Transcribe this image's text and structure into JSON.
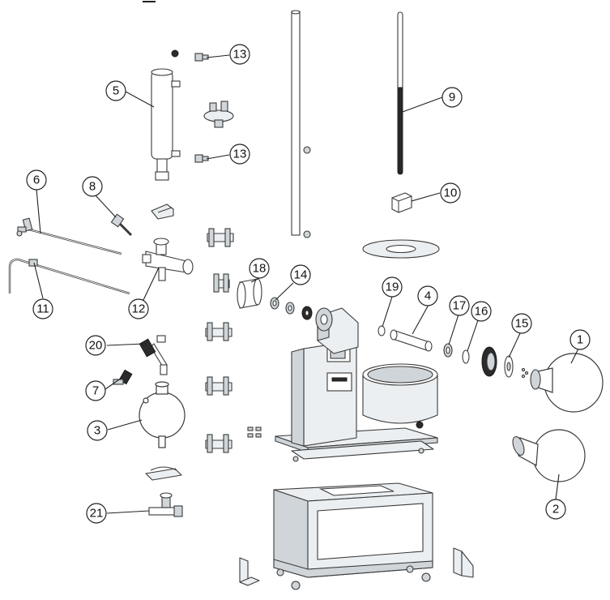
{
  "callouts": [
    {
      "id": "1",
      "label": "1"
    },
    {
      "id": "2",
      "label": "2"
    },
    {
      "id": "3",
      "label": "3"
    },
    {
      "id": "4",
      "label": "4"
    },
    {
      "id": "5",
      "label": "5"
    },
    {
      "id": "6",
      "label": "6"
    },
    {
      "id": "7",
      "label": "7"
    },
    {
      "id": "8",
      "label": "8"
    },
    {
      "id": "9",
      "label": "9"
    },
    {
      "id": "10",
      "label": "10"
    },
    {
      "id": "11",
      "label": "11"
    },
    {
      "id": "12",
      "label": "12"
    },
    {
      "id": "13a",
      "label": "13"
    },
    {
      "id": "13b",
      "label": "13"
    },
    {
      "id": "14",
      "label": "14"
    },
    {
      "id": "15",
      "label": "15"
    },
    {
      "id": "16",
      "label": "16"
    },
    {
      "id": "17",
      "label": "17"
    },
    {
      "id": "18",
      "label": "18"
    },
    {
      "id": "19",
      "label": "19"
    },
    {
      "id": "20",
      "label": "20"
    },
    {
      "id": "21",
      "label": "21"
    }
  ]
}
